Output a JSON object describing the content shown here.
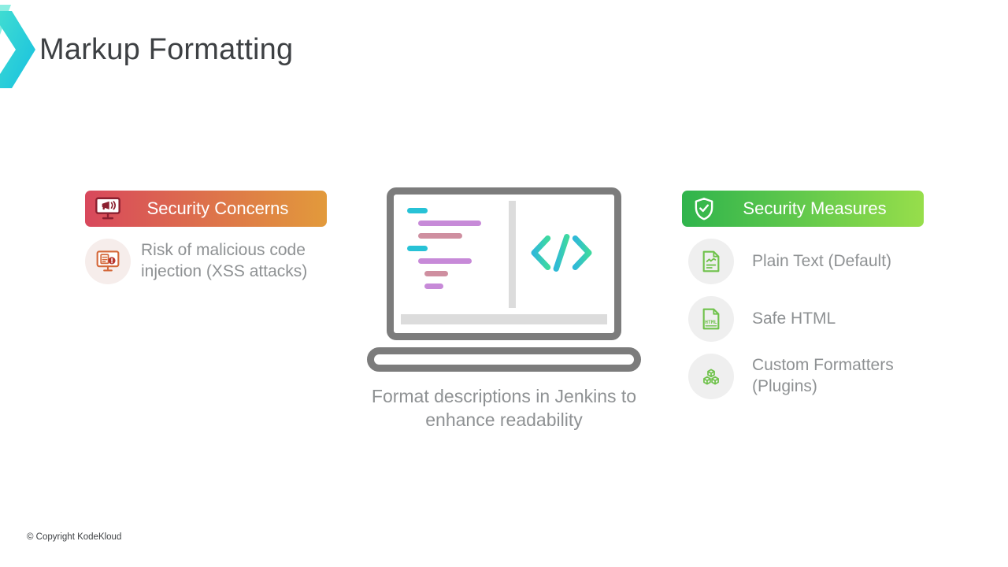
{
  "slide": {
    "title": "Markup Formatting",
    "footer": "© Copyright KodeKloud"
  },
  "left_panel": {
    "header": "Security Concerns",
    "header_icon": "monitor-alert-icon",
    "items": [
      {
        "label": "Risk of malicious code injection (XSS attacks)",
        "icon": "xss-alert-icon"
      }
    ]
  },
  "center": {
    "caption": "Format descriptions in Jenkins to enhance readability",
    "icon": "laptop-code-icon"
  },
  "right_panel": {
    "header": "Security Measures",
    "header_icon": "shield-check-icon",
    "items": [
      {
        "label": "Plain Text (Default)",
        "icon": "plain-text-document-icon"
      },
      {
        "label": "Safe HTML",
        "icon": "html-file-icon"
      },
      {
        "label": "Custom Formatters (Plugins)",
        "icon": "cubes-icon"
      }
    ]
  },
  "colors": {
    "concerns_gradient_start": "#d8485c",
    "concerns_gradient_end": "#e29a3b",
    "measures_gradient_start": "#2fb44c",
    "measures_gradient_end": "#97de4b",
    "teal_accent": "#27c2d6",
    "purple_accent": "#c78ad8",
    "pink_accent": "#cf8fa0",
    "laptop_gray": "#7c7c7c",
    "body_text_gray": "#8e9193",
    "title_color": "#3d4043"
  }
}
